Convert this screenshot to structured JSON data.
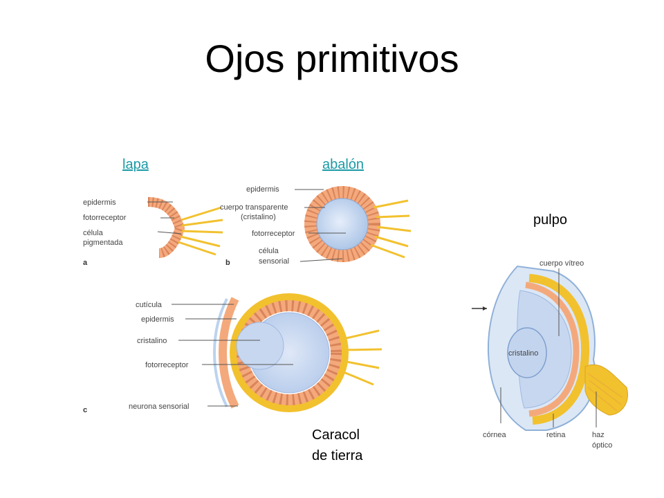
{
  "title": "Ojos primitivos",
  "links": {
    "lapa": "lapa",
    "abalon": "abalón"
  },
  "captions": {
    "pulpo": "pulpo",
    "caracol_line1": "Caracol",
    "caracol_line2": "de tierra"
  },
  "figure_a": {
    "letter": "a",
    "labels": [
      "epidermis",
      "fotorreceptor",
      "célula",
      "pigmentada"
    ]
  },
  "figure_b": {
    "letter": "b",
    "labels": [
      "epidermis",
      "cuerpo transparente",
      "(cristalino)",
      "fotorreceptor",
      "célula",
      "sensorial"
    ]
  },
  "figure_c": {
    "letter": "c",
    "labels": [
      "cutícula",
      "epidermis",
      "cristalino",
      "fotorreceptor",
      "neurona sensorial"
    ]
  },
  "figure_octopus": {
    "labels": [
      "cuerpo vítreo",
      "cristalino",
      "córnea",
      "retina",
      "haz",
      "óptico"
    ]
  },
  "colors": {
    "link": "#1a9aa6",
    "cell": "#f4a97c",
    "nerve": "#f2c12e",
    "lens": "#bcd3ee"
  }
}
